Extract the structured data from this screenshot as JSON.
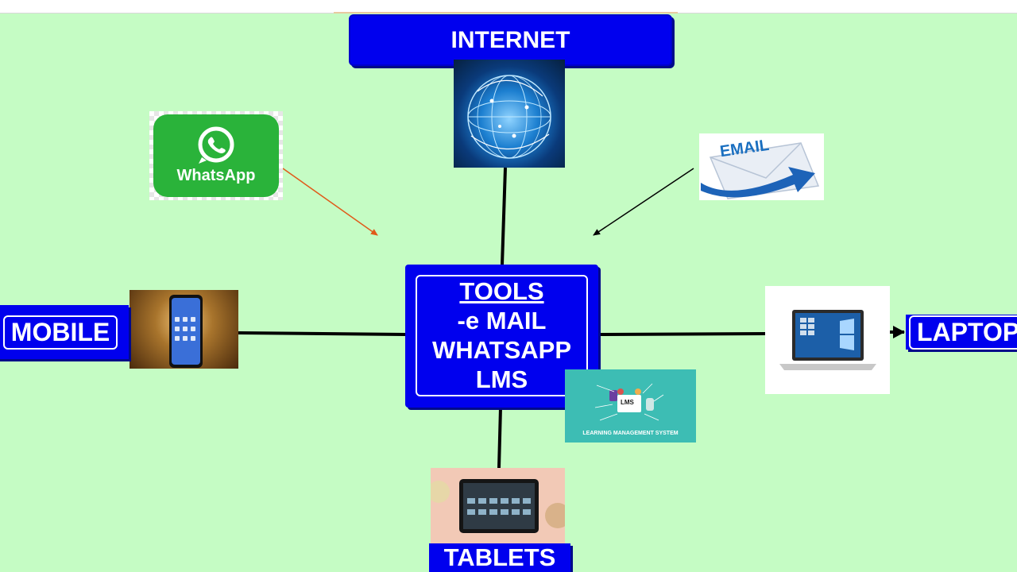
{
  "nodes": {
    "internet": "INTERNET",
    "mobile": "MOBILE",
    "laptop": "LAPTOP",
    "tablets": "TABLETS",
    "tools": {
      "line1": "TOOLS",
      "line2": "-e MAIL",
      "line3": "WHATSAPP",
      "line4": "LMS"
    }
  },
  "images": {
    "whatsapp_logo_text": "WhatsApp",
    "email_logo_text": "EMAIL",
    "lms_caption": "LEARNING MANAGEMENT SYSTEM",
    "lms_badge": "LMS"
  },
  "colors": {
    "background": "#c5fcc4",
    "box_fill": "#0000ee",
    "box_text": "#ffffff",
    "whatsapp_arrow": "#e05a1a",
    "connector": "#000000"
  }
}
